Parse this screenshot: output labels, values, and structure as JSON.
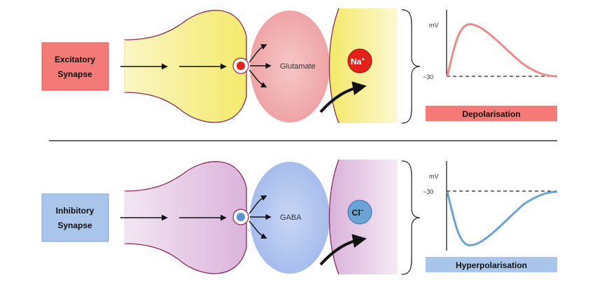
{
  "excitatory": {
    "label_line1": "Excitatory",
    "label_line2": "Synapse",
    "neurotransmitter": "Glutamate",
    "ion": "Na",
    "ion_charge": "+",
    "graph_unit": "mV",
    "graph_tick": "−30",
    "result": "Depolarisation",
    "box_color": "#f47a78",
    "neuron_color": "#f6ee7e",
    "cleft_color": "#f2a3a6",
    "vesicle_color": "#e8201a",
    "trace_color": "#f08a8a"
  },
  "inhibitory": {
    "label_line1": "Inhibitory",
    "label_line2": "Synapse",
    "neurotransmitter": "GABA",
    "ion": "Cl",
    "ion_charge": "−",
    "graph_unit": "mV",
    "graph_tick": "−30",
    "result": "Hyperpolarisation",
    "box_color": "#a9c6ea",
    "neuron_color": "#e6c5e6",
    "cleft_color": "#a9c0ee",
    "vesicle_color": "#5a93d0",
    "trace_color": "#6aa3d6"
  }
}
